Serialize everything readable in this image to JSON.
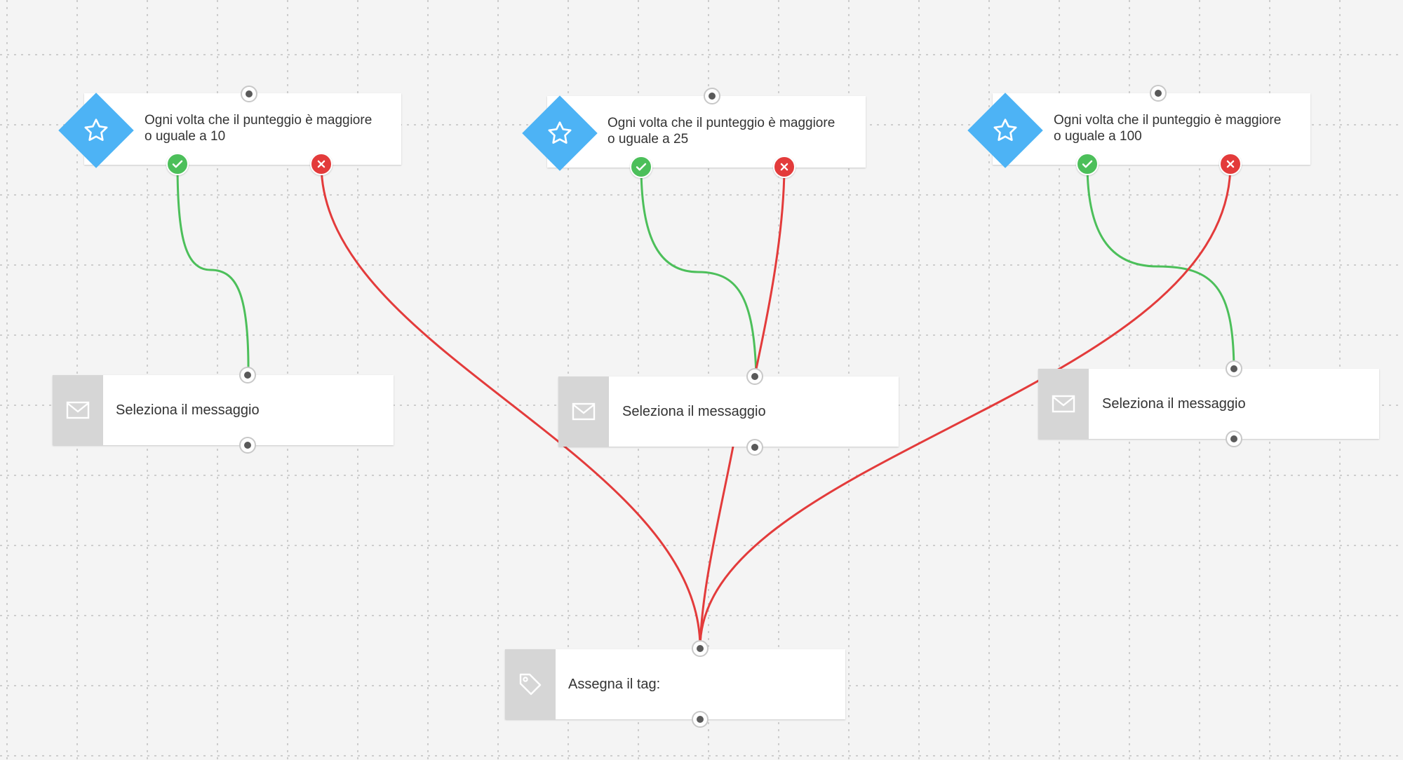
{
  "colors": {
    "accent": "#4db3f5",
    "yes": "#4cbf5a",
    "no": "#e33b3b",
    "canvas": "#f4f4f4"
  },
  "conditions": [
    {
      "line1": "Ogni volta che il punteggio è maggiore",
      "line2": "o uguale a 10",
      "icon": "star-icon"
    },
    {
      "line1": "Ogni volta che il punteggio è maggiore",
      "line2": "o uguale a 25",
      "icon": "star-icon"
    },
    {
      "line1": "Ogni volta che il punteggio è maggiore",
      "line2": "o uguale a 100",
      "icon": "star-icon"
    }
  ],
  "messages": [
    {
      "label": "Seleziona il messaggio",
      "icon": "envelope-icon"
    },
    {
      "label": "Seleziona il messaggio",
      "icon": "envelope-icon"
    },
    {
      "label": "Seleziona il messaggio",
      "icon": "envelope-icon"
    }
  ],
  "tag_action": {
    "label": "Assegna il tag:",
    "icon": "tag-icon"
  }
}
